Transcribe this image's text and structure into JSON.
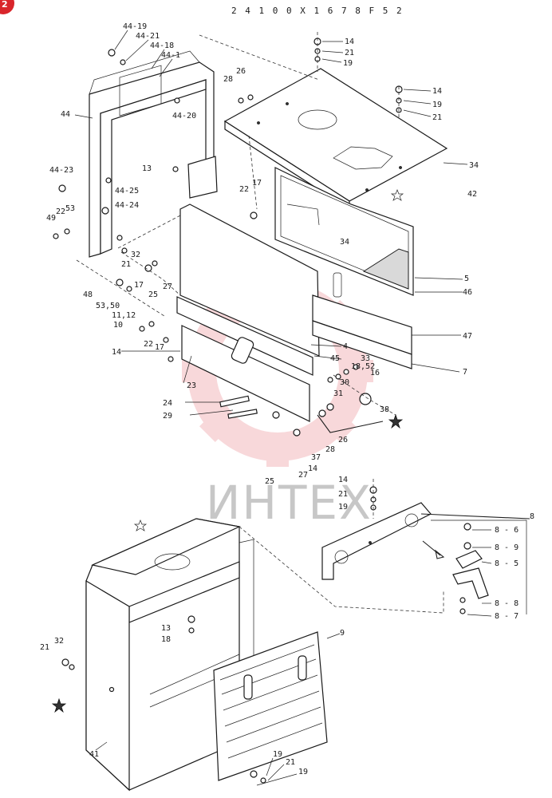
{
  "drawing_number": "2 4 1 0 0 X 1 6 7 8 F 5 2",
  "corner_badge": "2",
  "watermark": "ИНТЕХ",
  "colors": {
    "badge": "#d9252b",
    "watermark_gear": "#f3b9bd",
    "watermark_text": "#c7c7c7",
    "line": "#1f1f1f"
  },
  "callouts": [
    {
      "id": "c1",
      "text": "14"
    },
    {
      "id": "c2",
      "text": "21"
    },
    {
      "id": "c3",
      "text": "19"
    },
    {
      "id": "c4",
      "text": "14"
    },
    {
      "id": "c5",
      "text": "19"
    },
    {
      "id": "c6",
      "text": "21"
    },
    {
      "id": "c7",
      "text": "34"
    },
    {
      "id": "c8",
      "text": "42"
    },
    {
      "id": "c9",
      "text": "44-19"
    },
    {
      "id": "c10",
      "text": "44-21"
    },
    {
      "id": "c11",
      "text": "44-18"
    },
    {
      "id": "c12",
      "text": "44-1"
    },
    {
      "id": "c13",
      "text": "44"
    },
    {
      "id": "c14",
      "text": "28"
    },
    {
      "id": "c15",
      "text": "26"
    },
    {
      "id": "c16",
      "text": "44-20"
    },
    {
      "id": "c17",
      "text": "13"
    },
    {
      "id": "c18",
      "text": "44-23"
    },
    {
      "id": "c19",
      "text": "44-25"
    },
    {
      "id": "c20",
      "text": "44-24"
    },
    {
      "id": "c21",
      "text": "22"
    },
    {
      "id": "c22",
      "text": "17"
    },
    {
      "id": "c23",
      "text": "49"
    },
    {
      "id": "c24",
      "text": "22"
    },
    {
      "id": "c25",
      "text": "53"
    },
    {
      "id": "c26",
      "text": "34"
    },
    {
      "id": "c27",
      "text": "32"
    },
    {
      "id": "c28",
      "text": "21"
    },
    {
      "id": "c29",
      "text": "27"
    },
    {
      "id": "c30",
      "text": "5"
    },
    {
      "id": "c31",
      "text": "46"
    },
    {
      "id": "c32",
      "text": "48"
    },
    {
      "id": "c33",
      "text": "17"
    },
    {
      "id": "c34",
      "text": "25"
    },
    {
      "id": "c35",
      "text": "53,50"
    },
    {
      "id": "c36",
      "text": "11,12"
    },
    {
      "id": "c37",
      "text": "10"
    },
    {
      "id": "c38",
      "text": "47"
    },
    {
      "id": "c39",
      "text": "22"
    },
    {
      "id": "c40",
      "text": "17"
    },
    {
      "id": "c41",
      "text": "4"
    },
    {
      "id": "c42",
      "text": "14"
    },
    {
      "id": "c43",
      "text": "45"
    },
    {
      "id": "c44",
      "text": "7"
    },
    {
      "id": "c45",
      "text": "16"
    },
    {
      "id": "c46",
      "text": "33"
    },
    {
      "id": "c47",
      "text": "18,52"
    },
    {
      "id": "c48",
      "text": "30"
    },
    {
      "id": "c49",
      "text": "23"
    },
    {
      "id": "c50",
      "text": "31"
    },
    {
      "id": "c51",
      "text": "24"
    },
    {
      "id": "c52",
      "text": "38"
    },
    {
      "id": "c53",
      "text": "29"
    },
    {
      "id": "c54",
      "text": "26"
    },
    {
      "id": "c55",
      "text": "28"
    },
    {
      "id": "c56",
      "text": "37"
    },
    {
      "id": "c57",
      "text": "25"
    },
    {
      "id": "c58",
      "text": "27"
    },
    {
      "id": "c59",
      "text": "14"
    },
    {
      "id": "c60",
      "text": "14"
    },
    {
      "id": "c61",
      "text": "21"
    },
    {
      "id": "c62",
      "text": "19"
    },
    {
      "id": "c63",
      "text": "8"
    },
    {
      "id": "c64",
      "text": "8 - 6"
    },
    {
      "id": "c65",
      "text": "8 - 9"
    },
    {
      "id": "c66",
      "text": "8 - 5"
    },
    {
      "id": "c67",
      "text": "8 - 8"
    },
    {
      "id": "c68",
      "text": "8 - 7"
    },
    {
      "id": "c69",
      "text": "13"
    },
    {
      "id": "c70",
      "text": "18"
    },
    {
      "id": "c71",
      "text": "21"
    },
    {
      "id": "c72",
      "text": "32"
    },
    {
      "id": "c73",
      "text": "9"
    },
    {
      "id": "c74",
      "text": "41"
    },
    {
      "id": "c75",
      "text": "19"
    },
    {
      "id": "c76",
      "text": "21"
    },
    {
      "id": "c77",
      "text": "19"
    }
  ]
}
